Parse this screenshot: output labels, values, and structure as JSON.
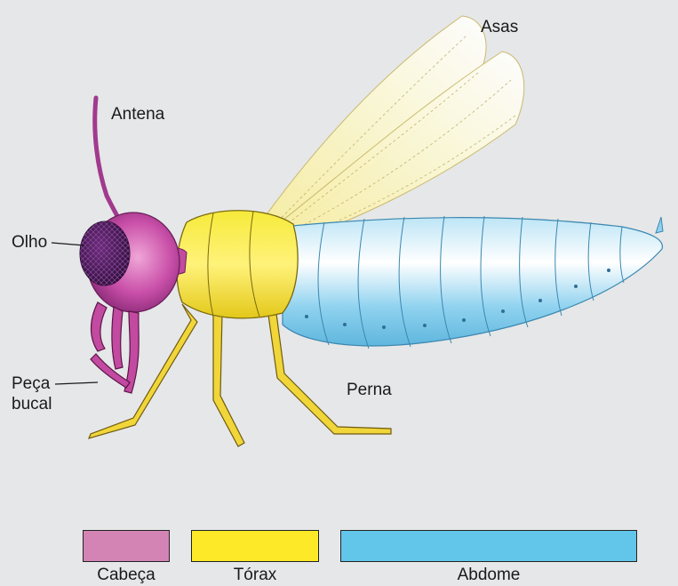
{
  "diagram": {
    "labels": {
      "antena": "Antena",
      "olho": "Olho",
      "peca_line1": "Peça",
      "peca_line2": "bucal",
      "asas": "Asas",
      "perna": "Perna"
    },
    "legend": [
      {
        "label": "Cabeça",
        "color": "#d384b5"
      },
      {
        "label": "Tórax",
        "color": "#fde928"
      },
      {
        "label": "Abdome",
        "color": "#62c6ea"
      }
    ]
  },
  "colors": {
    "background": "#e6e7e8",
    "head": "#c24aa0",
    "thorax": "#f3e21c",
    "abdomen": "#9fd8f0",
    "wing": "#fbf6cc",
    "leg": "#f1d63a"
  }
}
